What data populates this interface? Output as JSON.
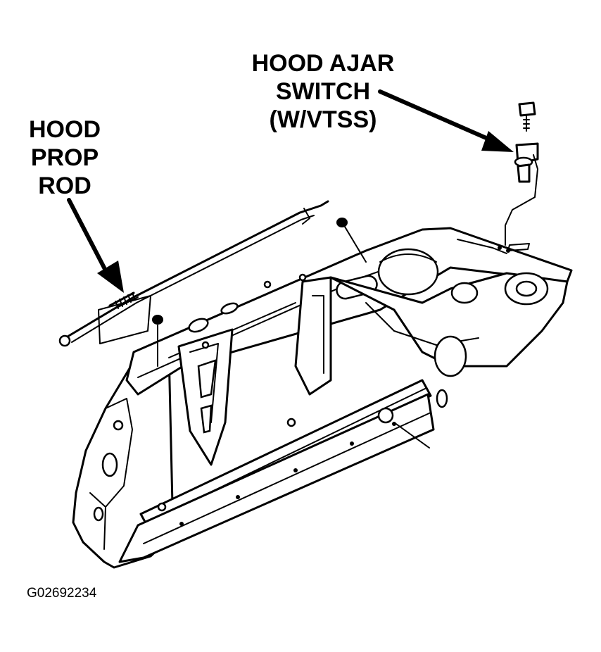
{
  "callouts": {
    "hood_prop_rod": [
      "HOOD",
      "PROP",
      "ROD"
    ],
    "hood_ajar_switch": [
      "HOOD AJAR",
      "SWITCH",
      "(W/VTSS)"
    ]
  },
  "figure_id": "G02692234"
}
